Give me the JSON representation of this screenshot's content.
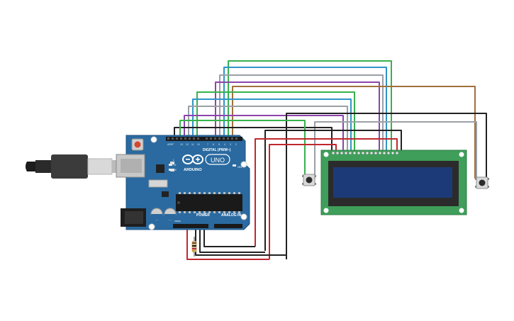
{
  "arduino": {
    "brand": "ARDUINO",
    "model": "UNO",
    "digital_label": "DIGITAL (PWM~)",
    "power_label": "POWER",
    "analog_label": "ANALOG IN",
    "on_label": "ON",
    "tx_label": "TX",
    "rx_label": "RX",
    "l_label": "L",
    "ioref_label": "IOREF"
  },
  "colors": {
    "board": "#2a6aa0",
    "lcd_pcb": "#3f9e5a",
    "lcd_screen": "#1d3a78",
    "wire_green": "#37b24d",
    "wire_blue": "#2f95c8",
    "wire_purple": "#8e44ad",
    "wire_gray": "#9aa0a6",
    "wire_brown": "#a0703c",
    "wire_black": "#222222",
    "wire_red": "#c0282f"
  },
  "icons": {
    "usb": "usb-cable-icon",
    "button_left": "pushbutton-icon",
    "button_right": "pushbutton-icon",
    "resistor": "resistor-icon"
  }
}
